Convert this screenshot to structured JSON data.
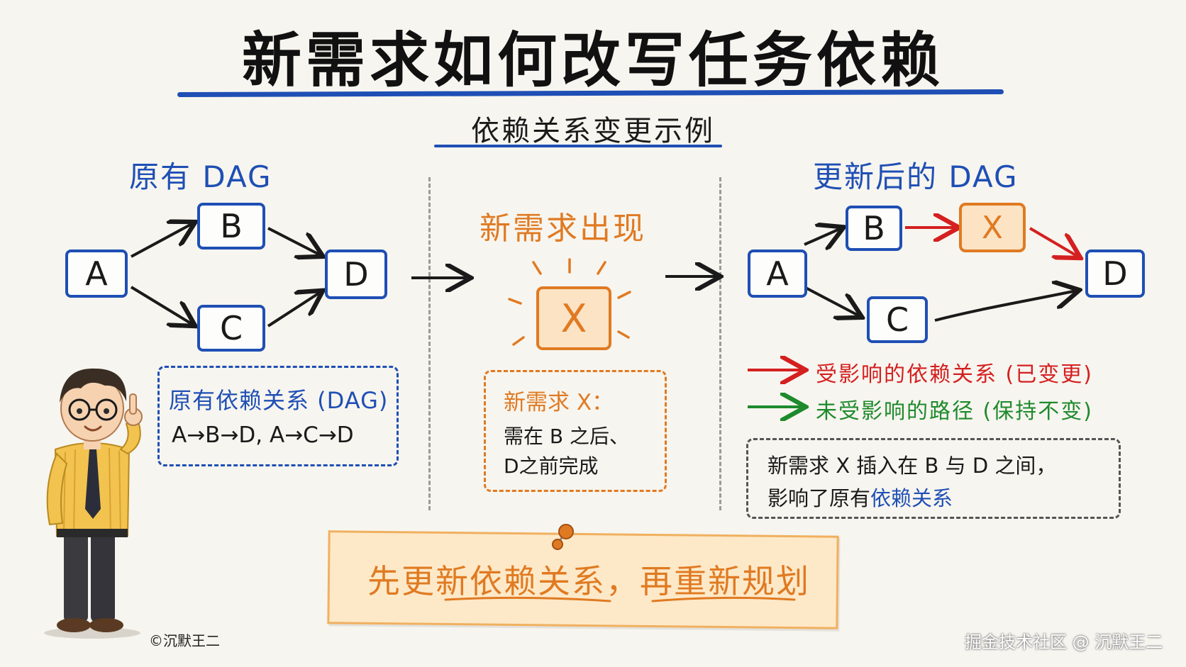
{
  "title": "新需求如何改写任务依赖",
  "subtitle": "依赖关系变更示例",
  "left": {
    "heading": "原有 DAG",
    "nodes": {
      "a": "A",
      "b": "B",
      "c": "C",
      "d": "D"
    },
    "box_title": "原有依赖关系 (DAG)",
    "box_text": "A→B→D, A→C→D"
  },
  "middle": {
    "heading": "新需求出现",
    "node_x": "X",
    "box_title": "新需求 X：",
    "box_line1": "需在 B 之后、",
    "box_line2": "D之前完成"
  },
  "right": {
    "heading": "更新后的 DAG",
    "nodes": {
      "a": "A",
      "b": "B",
      "x": "X",
      "c": "C",
      "d": "D"
    },
    "legend_affected": "受影响的依赖关系 (已变更)",
    "legend_unaffected": "未受影响的路径 (保持不变)",
    "box_line1": "新需求 X 插入在 B 与 D 之间，",
    "box_line2_prefix": "影响了原有",
    "box_line2_highlight": "依赖关系"
  },
  "note": "先更新依赖关系，再重新规划",
  "copyright": "©沉默王二",
  "watermark": "掘金技术社区 @ 沉默王二",
  "colors": {
    "blue": "#1f4fb5",
    "orange": "#e07a22",
    "red": "#d42020",
    "green": "#1e8a2c"
  }
}
